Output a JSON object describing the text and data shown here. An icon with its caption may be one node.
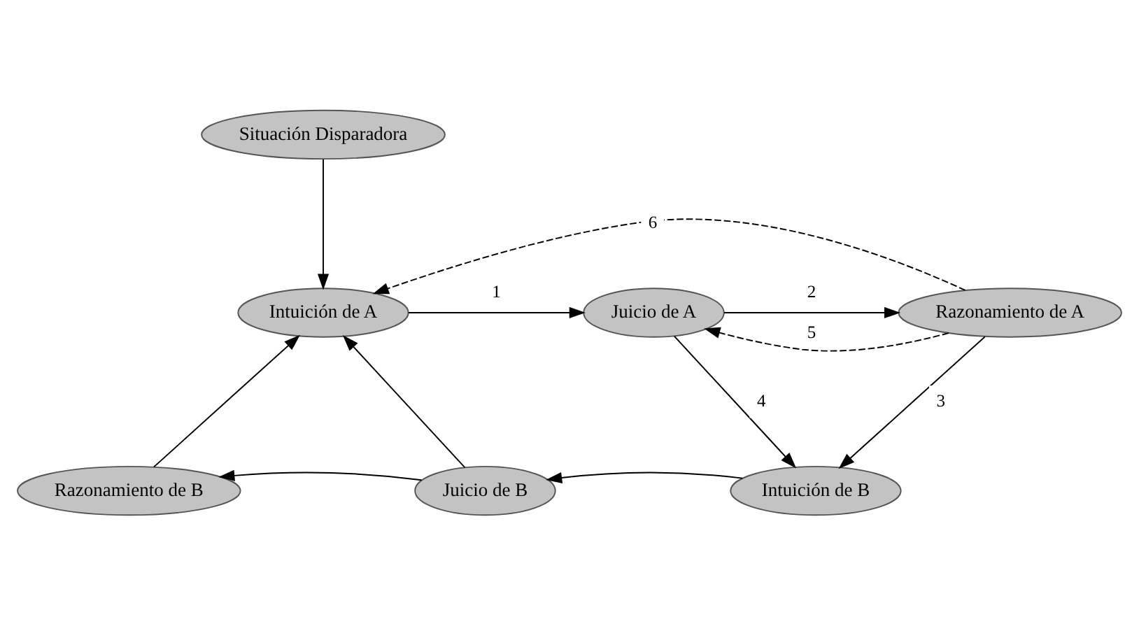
{
  "diagram": {
    "nodes": [
      {
        "text": [
          "Situación Disparadora"
        ]
      },
      {
        "text": [
          "Intuición de A"
        ]
      },
      {
        "text": [
          "Juicio de A"
        ]
      },
      {
        "text": [
          "Razonamiento de A"
        ]
      },
      {
        "text": [
          "Razonamiento de B"
        ]
      },
      {
        "text": [
          "Juicio de B"
        ]
      },
      {
        "text": [
          "Intuición de B"
        ]
      }
    ],
    "edges": [
      {
        "from": 0,
        "to": 1,
        "arrow": "to"
      },
      {
        "from": 1,
        "to": 2,
        "arrow": "to",
        "label": "1"
      },
      {
        "from": 2,
        "to": 3,
        "arrow": "to",
        "label": "2"
      },
      {
        "from": 3,
        "to": 6,
        "arrow": "to",
        "label": "3"
      },
      {
        "from": 2,
        "to": 6,
        "arrow": "to",
        "label": "4"
      },
      {
        "from": 3,
        "to": 2,
        "arrow": "to",
        "label": "5",
        "style": "dashed"
      },
      {
        "from": 3,
        "to": 1,
        "arrow": "to",
        "label": "6",
        "style": "dashed"
      },
      {
        "from": 6,
        "to": 5,
        "arrow": "to"
      },
      {
        "from": 5,
        "to": 4,
        "arrow": "to"
      },
      {
        "from": 4,
        "to": 1,
        "arrow": "to"
      },
      {
        "from": 5,
        "to": 1,
        "arrow": "to"
      }
    ]
  }
}
